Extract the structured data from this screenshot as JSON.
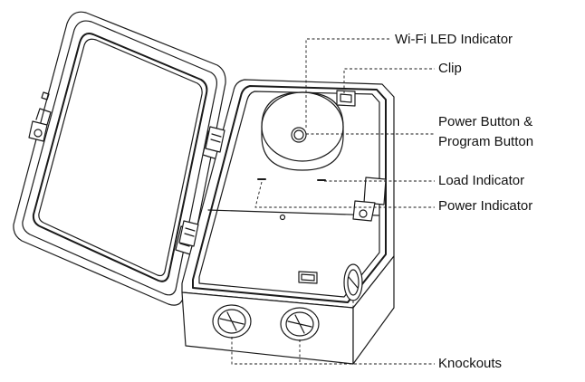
{
  "labels": {
    "wifi_led": "Wi-Fi LED Indicator",
    "clip": "Clip",
    "power_button_line1": "Power Button &",
    "power_button_line2": "Program Button",
    "load_indicator": "Load Indicator",
    "power_indicator": "Power Indicator",
    "knockouts": "Knockouts"
  }
}
